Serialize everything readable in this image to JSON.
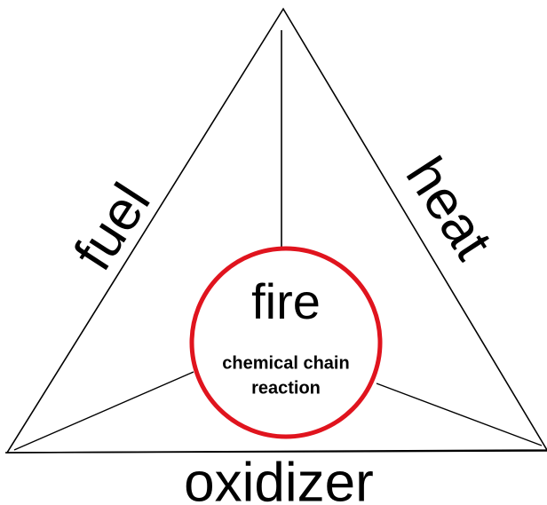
{
  "diagram": {
    "labels": {
      "fuel": "fuel",
      "heat": "heat",
      "oxidizer": "oxidizer",
      "fire": "fire",
      "chain_line1": "chemical chain",
      "chain_line2": "reaction"
    },
    "colors": {
      "stroke": "#000000",
      "circle": "#e0141e",
      "background": "#ffffff"
    }
  }
}
